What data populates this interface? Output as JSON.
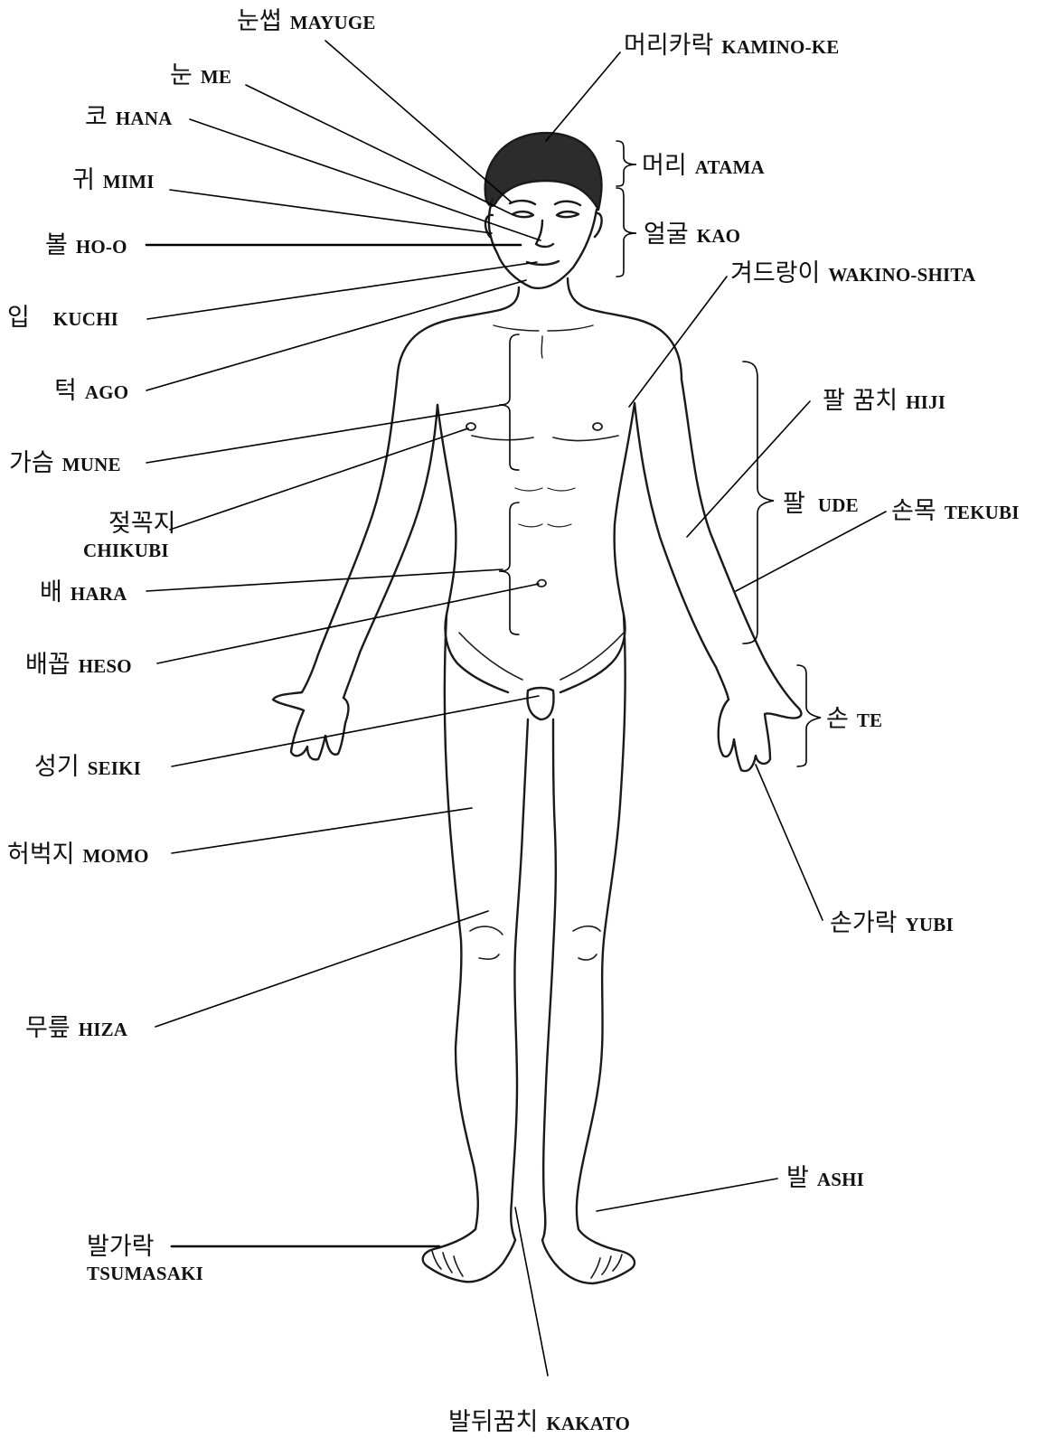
{
  "labels": {
    "mayuge": {
      "ko": "눈썹",
      "ro": "MAYUGE"
    },
    "kaminoke": {
      "ko": "머리카락",
      "ro": "KAMINO-KE"
    },
    "me": {
      "ko": "눈",
      "ro": "ME"
    },
    "hana": {
      "ko": "코",
      "ro": "HANA"
    },
    "atama": {
      "ko": "머리",
      "ro": "ATAMA"
    },
    "mimi": {
      "ko": "귀",
      "ro": "MIMI"
    },
    "kao": {
      "ko": "얼굴",
      "ro": "KAO"
    },
    "hoo": {
      "ko": "볼",
      "ro": "HO-O"
    },
    "wakino": {
      "ko": "겨드랑이",
      "ro": "WAKINO-SHITA"
    },
    "kuchi": {
      "ko": "입",
      "ro": "KUCHI"
    },
    "ago": {
      "ko": "턱",
      "ro": "AGO"
    },
    "hiji": {
      "ko": "팔 꿈치",
      "ro": "HIJI"
    },
    "mune": {
      "ko": "가슴",
      "ro": "MUNE"
    },
    "chikubi": {
      "ko": "젖꼭지",
      "ro": "CHIKUBI"
    },
    "ude": {
      "ko": "팔",
      "ro": "UDE"
    },
    "tekubi": {
      "ko": "손목",
      "ro": "TEKUBI"
    },
    "hara": {
      "ko": "배",
      "ro": "HARA"
    },
    "heso": {
      "ko": "배꼽",
      "ro": "HESO"
    },
    "te": {
      "ko": "손",
      "ro": "TE"
    },
    "seiki": {
      "ko": "성기",
      "ro": "SEIKI"
    },
    "momo": {
      "ko": "허벅지",
      "ro": "MOMO"
    },
    "yubi": {
      "ko": "손가락",
      "ro": "YUBI"
    },
    "hiza": {
      "ko": "무릎",
      "ro": "HIZA"
    },
    "ashi": {
      "ko": "발",
      "ro": "ASHI"
    },
    "tsumasaki": {
      "ko": "발가락",
      "ro": "TSUMASAKI"
    },
    "kakato": {
      "ko": "발뒤꿈치",
      "ro": "KAKATO"
    }
  }
}
